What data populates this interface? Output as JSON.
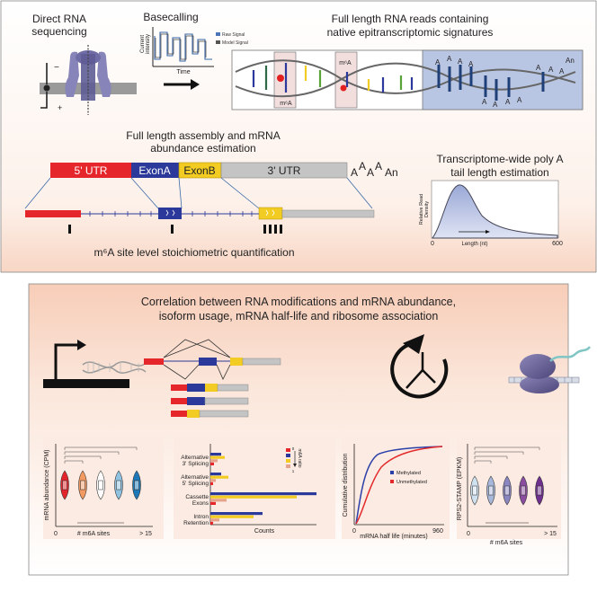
{
  "top": {
    "direct_rna": [
      "Direct RNA",
      "sequencing"
    ],
    "basecalling": "Basecalling",
    "current_intensity": [
      "Current",
      "intensity"
    ],
    "time": "Time",
    "legend_raw": "Raw Signal",
    "legend_model": "Model Signal",
    "full_length_reads": [
      "Full length RNA reads containing",
      "native epitranscriptomic signatures"
    ],
    "m6a_labels": [
      "m⁶A",
      "m⁶A"
    ],
    "poly_a_letters": [
      "A",
      "A",
      "A",
      "A",
      "A",
      "A",
      "A",
      "A",
      "A",
      "A",
      "A",
      "An"
    ],
    "assembly_title": [
      "Full length assembly and mRNA",
      "abundance estimation"
    ],
    "gene_segments": [
      "5' UTR",
      "ExonA",
      "ExonB",
      "3' UTR"
    ],
    "poly_a_tail": [
      "A",
      "A",
      "A",
      "A",
      "An"
    ],
    "polya_title": [
      "Transcriptome-wide poly A",
      "tail length estimation"
    ],
    "density_ylabel": [
      "Relative Read",
      "Density"
    ],
    "density_x_ticks": [
      "0",
      "600"
    ],
    "density_xlabel": "Length (nt)",
    "stoich": "m⁶A site level stoichiometric quantification"
  },
  "bottom": {
    "title": [
      "Correlation between RNA modifications and mRNA abundance,",
      "isoform usage, mRNA half-life and ribosome association"
    ],
    "panel1": {
      "ylabel": "mRNA abundance (CPM)",
      "xlabel": "# m6A sites",
      "x_ticks": [
        "0",
        "> 15"
      ]
    },
    "panel2": {
      "categories": [
        "Alternative 3' Splicing",
        "Alternative 5' Splicing",
        "Cassette Exons",
        "Intron Retention"
      ],
      "cat_lines": [
        [
          "Alternative",
          "3' Splicing"
        ],
        [
          "Alternative",
          "5' Splicing"
        ],
        [
          "Cassette",
          "Exons"
        ],
        [
          "Intron",
          "Retention"
        ]
      ],
      "xlabel": "Counts",
      "legend_label": "m6A ratio",
      "legend_ticks": [
        "0",
        "1"
      ]
    },
    "panel3": {
      "ylabel": "Cumulative distribution",
      "xlabel": "mRNA half life (minutes)",
      "x_ticks": [
        "0",
        "960"
      ],
      "legend": [
        "Methylated",
        "Unmethylated"
      ]
    },
    "panel4": {
      "ylabel": "RPS2-STAMP (EPKM)",
      "xlabel": "# m6A sites",
      "x_ticks": [
        "0",
        "> 15"
      ]
    }
  },
  "colors": {
    "utr5": "#e5262b",
    "exonA": "#2b3a9a",
    "exonB": "#f2cc23",
    "utr3": "#c4c4c4",
    "methylated": "#2a3fa8",
    "unmethylated": "#e22a2a",
    "violin1": "#e3242b",
    "violin2": "#f29a62",
    "violin3": "#ffffff",
    "violin4": "#8fc2e0",
    "violin5": "#1d78b8",
    "violin_b1": "#cfe0ef",
    "violin_b2": "#a6b7da",
    "violin_b3": "#8a86c0",
    "violin_b4": "#8a4c9f",
    "violin_b5": "#6e2f8e"
  }
}
